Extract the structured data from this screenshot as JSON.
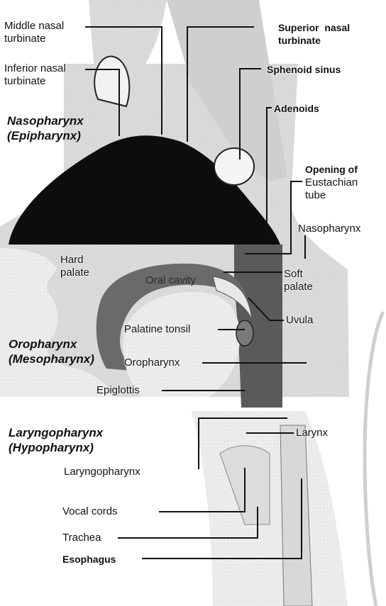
{
  "figure": {
    "labels": {
      "middle_nasal_turbinate": "Middle nasal\nturbinate",
      "inferior_nasal_turbinate": "Inferior nasal\nturbinate",
      "superior_nasal_turbinate": "Superior  nasal\nturbinate",
      "sphenoid_sinus": "Sphenoid sinus",
      "adenoids": "Adenoids",
      "opening_eustachian_tube_1": "Opening  of",
      "opening_eustachian_tube_2": "Eustachian\ntube",
      "nasopharynx": "Nasopharynx",
      "hard_palate": "Hard\npalate",
      "oral_cavity": "Oral cavity",
      "soft_palate": "Soft\npalate",
      "uvula": "Uvula",
      "palatine_tonsil": "Palatine tonsil",
      "oropharynx": "Oropharynx",
      "epiglottis": "Epiglottis",
      "larynx": "Larynx",
      "laryngopharynx": "Laryngopharynx",
      "vocal_cords": "Vocal cords",
      "trachea": "Trachea",
      "esophagus": "Esophagus"
    },
    "regions": {
      "nasopharynx_region": "Nasopharynx\n(Epipharynx)",
      "oropharynx_region": "Oropharynx\n(Mesopharynx)",
      "laryngopharynx_region": "Laryngopharynx\n(Hypopharynx)"
    }
  }
}
